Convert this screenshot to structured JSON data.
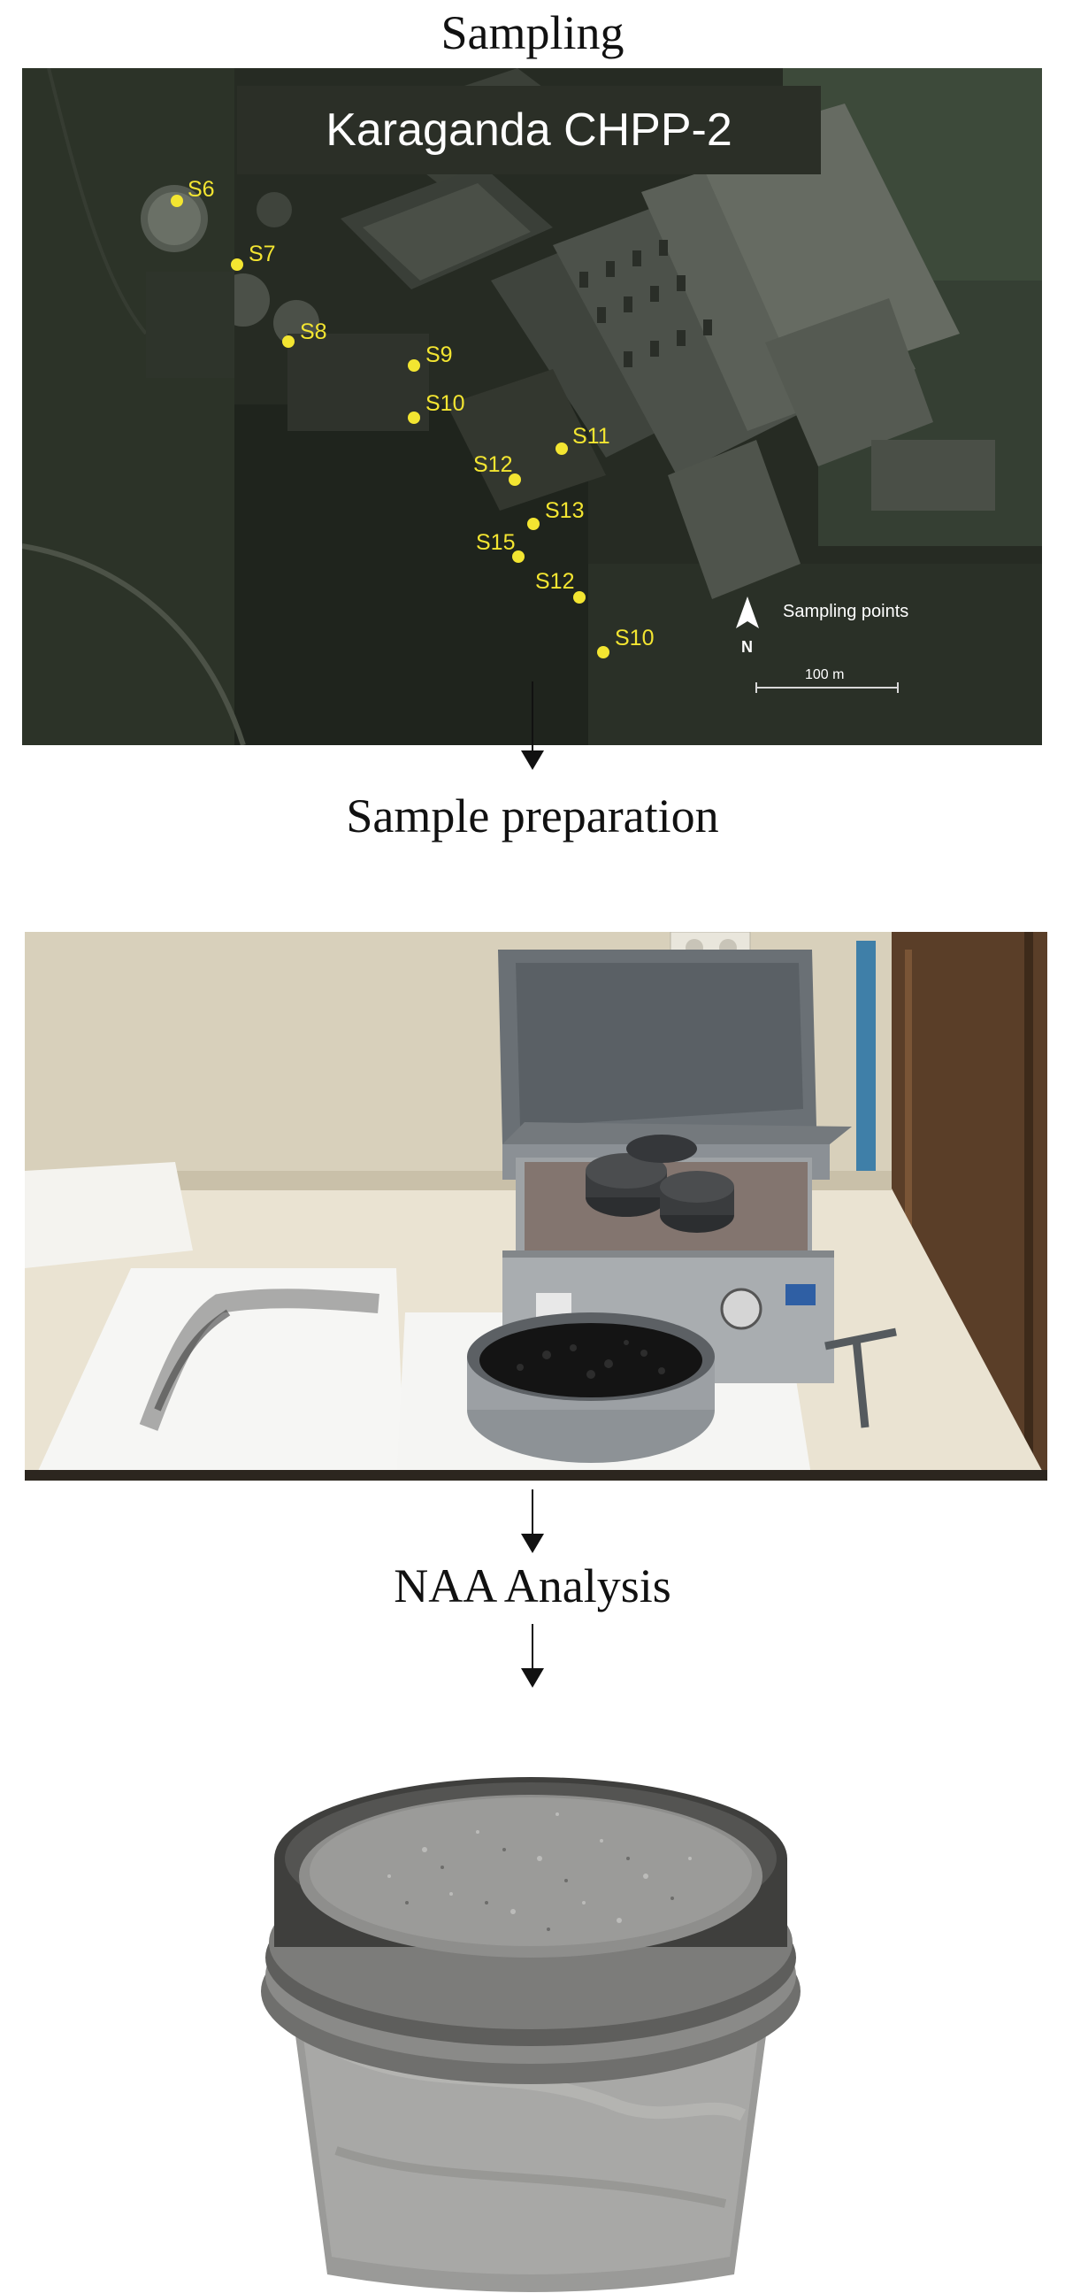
{
  "steps": {
    "sampling": "Sampling",
    "preparation": "Sample preparation",
    "analysis": "NAA Analysis"
  },
  "map": {
    "title": "Karaganda CHPP-2",
    "legend_label": "Sampling points",
    "north_label": "N",
    "scale_label": "100 m",
    "point_color": "#f3e531",
    "points": [
      {
        "label": "S6"
      },
      {
        "label": "S7"
      },
      {
        "label": "S8"
      },
      {
        "label": "S9"
      },
      {
        "label": "S10"
      },
      {
        "label": "S11"
      },
      {
        "label": "S12"
      },
      {
        "label": "S13"
      },
      {
        "label": "S15"
      },
      {
        "label": "S12"
      },
      {
        "label": "S10"
      }
    ]
  }
}
